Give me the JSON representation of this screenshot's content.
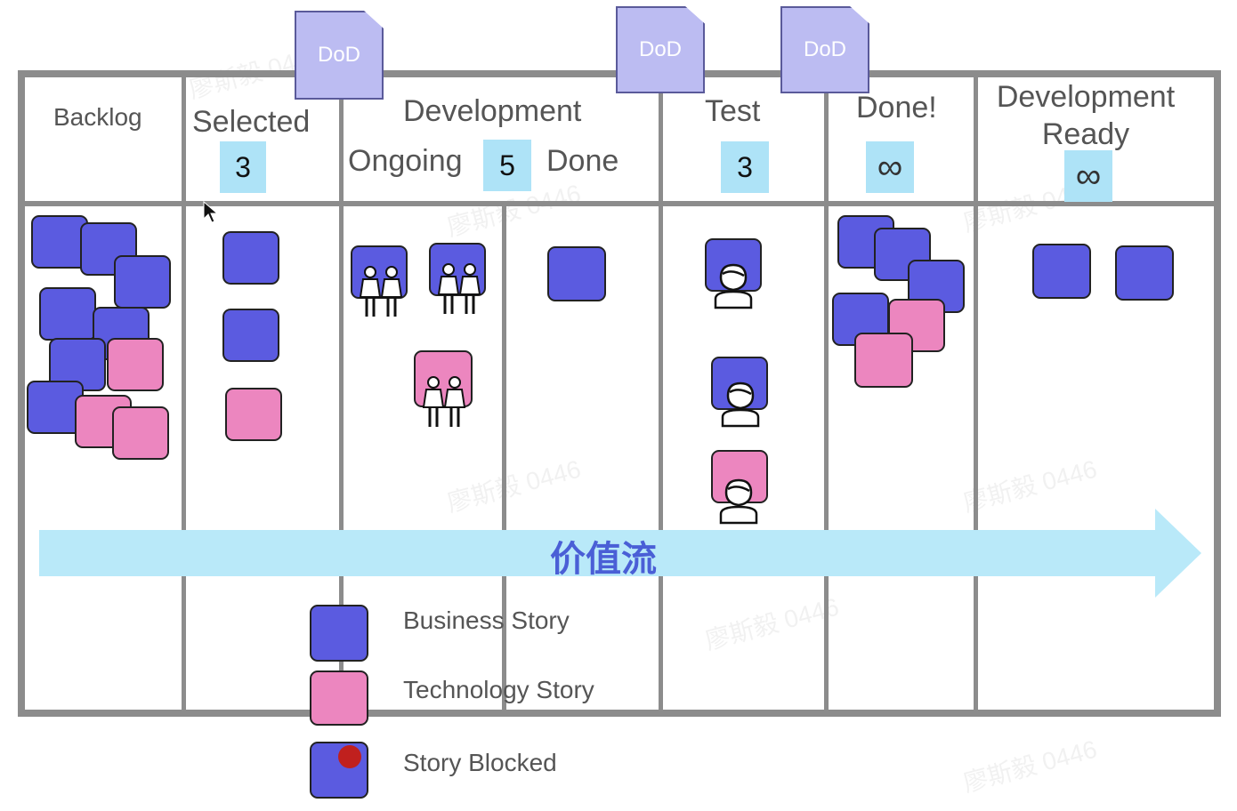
{
  "columns": {
    "backlog": "Backlog",
    "selected": "Selected",
    "development": "Development",
    "ongoing": "Ongoing",
    "done": "Done",
    "test": "Test",
    "done_final": "Done!",
    "dev_ready_line1": "Development",
    "dev_ready_line2": "Ready"
  },
  "wip_limits": {
    "selected": "3",
    "development": "5",
    "test": "3",
    "done_final": "∞",
    "dev_ready": "∞"
  },
  "dod_label": "DoD",
  "value_stream_label": "价值流",
  "legend": {
    "business": "Business Story",
    "technology": "Technology Story",
    "blocked": "Story Blocked"
  },
  "watermark": "廖斯毅 0446",
  "colors": {
    "business_story": "#5b5be0",
    "technology_story": "#ec86bf",
    "blocked_marker": "#c0201e",
    "wip_box": "#aee3f7",
    "value_stream_arrow": "#b9e9f9",
    "dod_tab": "#bcbcf2"
  }
}
